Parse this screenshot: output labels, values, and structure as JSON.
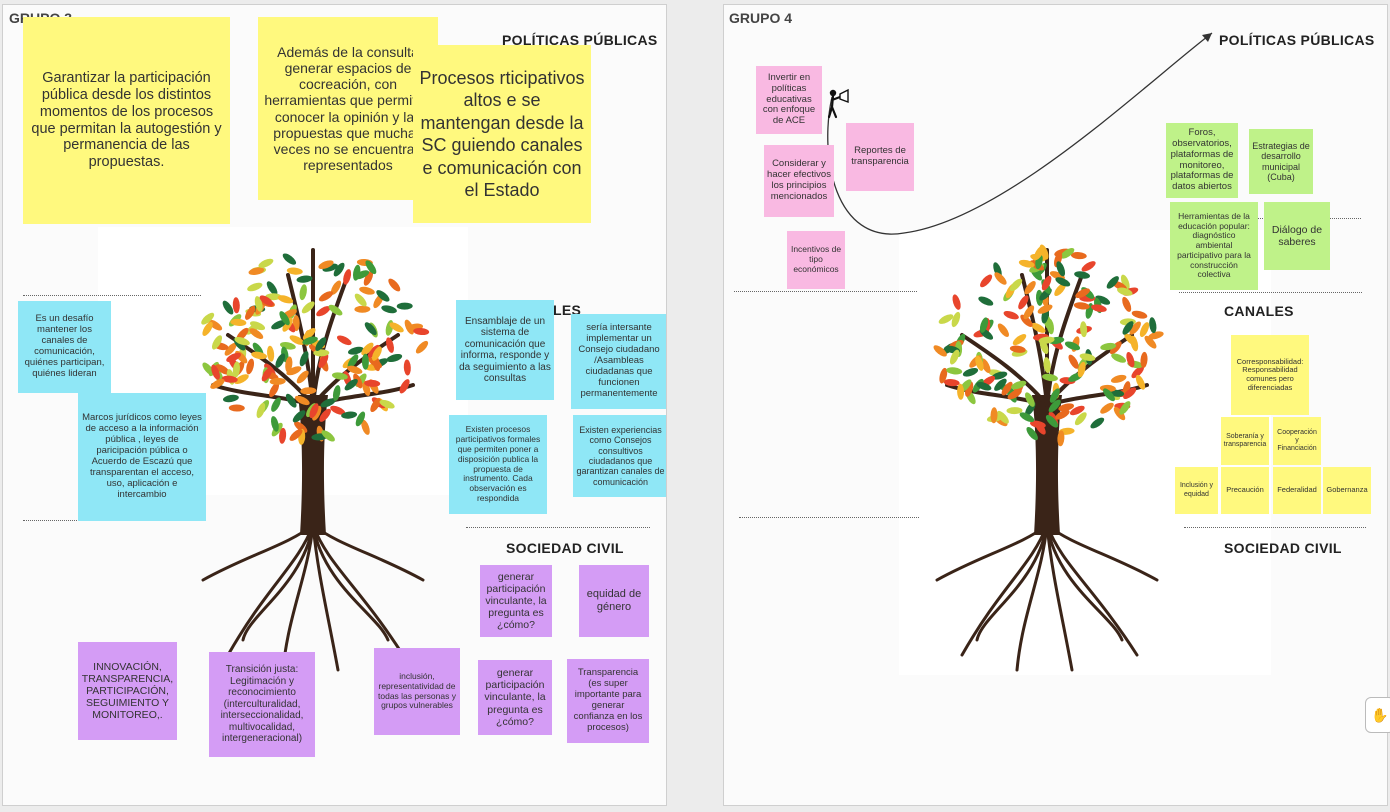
{
  "colors": {
    "yellow": "#fff97e",
    "cyan": "#8fe7f6",
    "purple": "#d49cf5",
    "pink": "#f9b9e2",
    "green": "#bff289",
    "trunk": "#3a2418"
  },
  "icons": {
    "tree": "tree-illustration",
    "person": "person-with-megaphone-icon",
    "hand": "hand-icon"
  },
  "group3": {
    "label": "GRUPO 3",
    "sections": {
      "politicas": "POLÍTICAS PÚBLICAS",
      "canales": "LES",
      "sociedad": "SOCIEDAD CIVIL"
    },
    "notes": [
      {
        "color": "yellow",
        "text": "Garantizar la participación pública desde los distintos momentos de los procesos que permitan la autogestión y permanencia de las propuestas."
      },
      {
        "color": "yellow",
        "text": "Además de la consulta generar espacios de cocreación, con herramientas que permitan conocer la opinión y las propuestas que muchas veces no se encuentran representados"
      },
      {
        "color": "yellow",
        "text": "Procesos rticipativos altos e se mantengan desde la SC guiendo canales e comunicación con el Estado"
      },
      {
        "color": "cyan",
        "text": "Es un desafío mantener los canales de comunicación, quiénes participan, quiénes lideran"
      },
      {
        "color": "cyan",
        "text": "Marcos jurídicos como leyes de acceso a la información pública , leyes de paricipación pública o Acuerdo de Escazú que transparentan el acceso, uso, aplicación e intercambio"
      },
      {
        "color": "cyan",
        "text": "Ensamblaje de un sistema de comunicación que informa, responde y da seguimiento a las consultas"
      },
      {
        "color": "cyan",
        "text": "sería intersante implementar un Consejo ciudadano /Asambleas ciudadanas que funcionen permanentemente"
      },
      {
        "color": "cyan",
        "text": "Existen procesos participativos formales que permiten poner a disposición publica la propuesta de instrumento. Cada observación es respondida"
      },
      {
        "color": "cyan",
        "text": "Existen experiencias como Consejos consultivos ciudadanos  que garantizan canales de comunicación"
      },
      {
        "color": "purple",
        "text": "generar participación vinculante, la pregunta es ¿cómo?"
      },
      {
        "color": "purple",
        "text": "equidad de género"
      },
      {
        "color": "purple",
        "text": "INNOVACIÓN, TRANSPARENCIA, PARTICIPACIÓN, SEGUIMIENTO Y MONITOREO,."
      },
      {
        "color": "purple",
        "text": "Transición justa: Legitimación y reconocimiento (interculturalidad, interseccionalidad, multivocalidad, intergeneracional)"
      },
      {
        "color": "purple",
        "text": "inclusión, representatividad de todas las personas y grupos vulnerables"
      },
      {
        "color": "purple",
        "text": "generar participación vinculante, la pregunta es ¿cómo?"
      },
      {
        "color": "purple",
        "text": "Transparencia (es super importante para generar confianza en los procesos)"
      }
    ]
  },
  "group4": {
    "label": "GRUPO 4",
    "sections": {
      "politicas": "POLÍTICAS PÚBLICAS",
      "canales": "CANALES",
      "sociedad": "SOCIEDAD CIVIL"
    },
    "notes": [
      {
        "color": "pink",
        "text": "Invertir en políticas educativas con enfoque de ACE"
      },
      {
        "color": "pink",
        "text": "Reportes de transparencia"
      },
      {
        "color": "pink",
        "text": "Considerar y hacer efectivos los principios mencionados"
      },
      {
        "color": "pink",
        "text": "Incentivos de tipo económicos"
      },
      {
        "color": "green",
        "text": "Foros, observatorios, plataformas de monitoreo, plataformas de datos abiertos"
      },
      {
        "color": "green",
        "text": "Estrategias de desarrollo municipal (Cuba)"
      },
      {
        "color": "green",
        "text": "Herramientas de la educación popular: diagnóstico ambiental participativo para la construcción colectiva"
      },
      {
        "color": "green",
        "text": "Diálogo de saberes"
      },
      {
        "color": "yellow",
        "text": "Corresponsabilidad: Responsabilidad comunes pero diferenciadas"
      },
      {
        "color": "yellow",
        "text": "Soberanía y transparencia"
      },
      {
        "color": "yellow",
        "text": "Cooperación y Financiación"
      },
      {
        "color": "yellow",
        "text": "Inclusión y equidad"
      },
      {
        "color": "yellow",
        "text": "Precaución"
      },
      {
        "color": "yellow",
        "text": "Federalidad"
      },
      {
        "color": "yellow",
        "text": "Gobernanza"
      }
    ]
  }
}
